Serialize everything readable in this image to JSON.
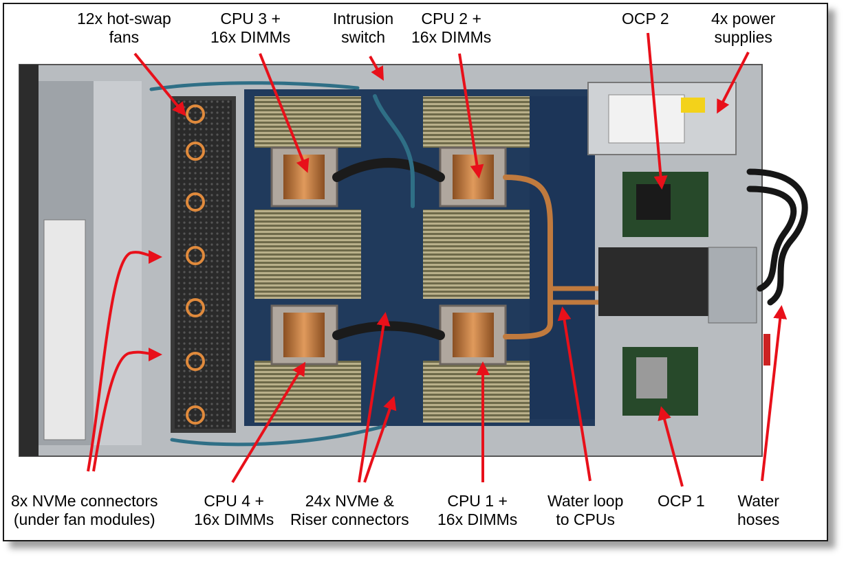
{
  "colors": {
    "arrow": "#e8101a",
    "frame": "#1a1a1a",
    "chassis": "#9aa0a6",
    "motherboard": "#203a5c",
    "copper": "#c07a3e"
  },
  "callouts": {
    "fans": [
      "12x hot-swap",
      "fans"
    ],
    "cpu3": [
      "CPU 3 +",
      "16x DIMMs"
    ],
    "intrusion": [
      "Intrusion",
      "switch"
    ],
    "cpu2": [
      "CPU 2 +",
      "16x DIMMs"
    ],
    "ocp2": [
      "OCP 2"
    ],
    "psu": [
      "4x power",
      "supplies"
    ],
    "nvme8": [
      "8x NVMe connectors",
      "(under fan modules)"
    ],
    "cpu4": [
      "CPU 4 +",
      "16x DIMMs"
    ],
    "nvme24": [
      "24x NVMe &",
      "Riser connectors"
    ],
    "cpu1": [
      "CPU 1 +",
      "16x DIMMs"
    ],
    "water_loop": [
      "Water loop",
      "to CPUs"
    ],
    "ocp1": [
      "OCP 1"
    ],
    "water_hoses": [
      "Water",
      "hoses"
    ]
  }
}
